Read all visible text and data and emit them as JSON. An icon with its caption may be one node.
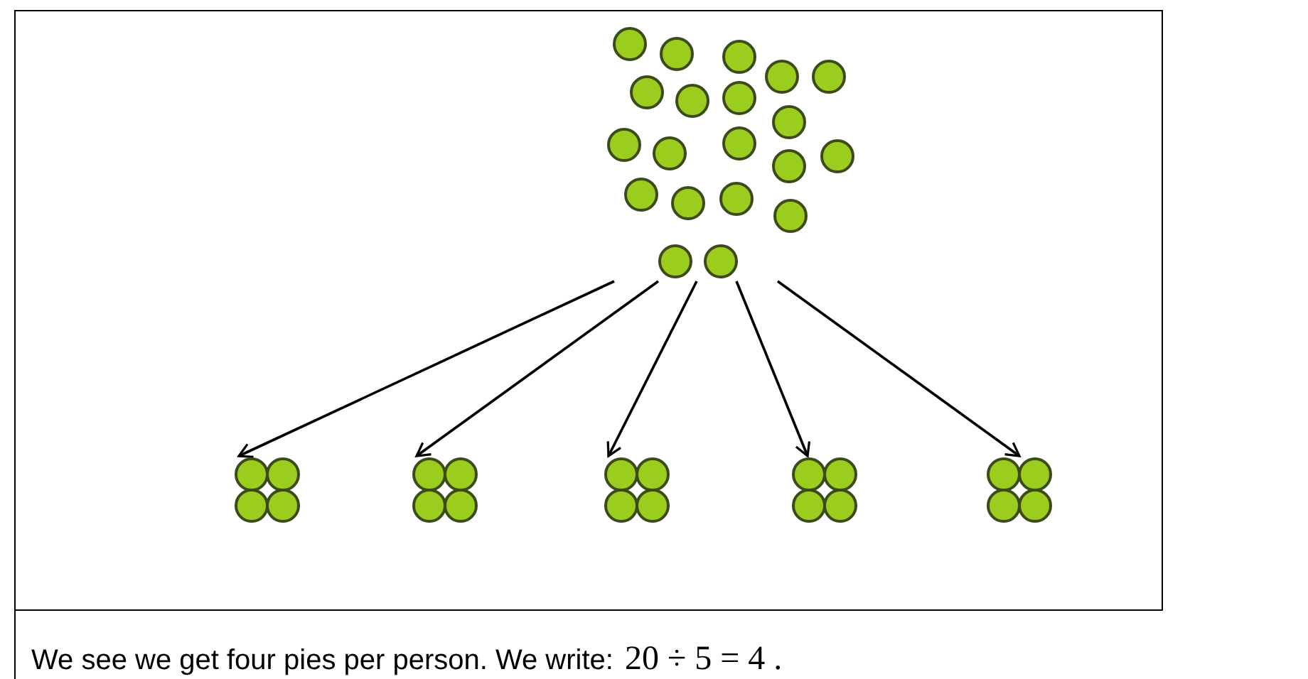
{
  "diagram": {
    "caption": "We see we get four pies per person. We write:",
    "nodes": [
      {
        "text": [],
        "shape": "circle"
      },
      {
        "text": [],
        "shape": "circle"
      },
      {
        "text": [],
        "shape": "circle"
      },
      {
        "text": [],
        "shape": "circle"
      },
      {
        "text": [],
        "shape": "circle"
      },
      {
        "text": [],
        "shape": "circle"
      }
    ],
    "edges": [
      {
        "from": 0,
        "to": 1,
        "arrow": "to"
      },
      {
        "from": 0,
        "to": 2,
        "arrow": "to"
      },
      {
        "from": 0,
        "to": 3,
        "arrow": "to"
      },
      {
        "from": 0,
        "to": 4,
        "arrow": "to"
      },
      {
        "from": 0,
        "to": 5,
        "arrow": "to"
      }
    ],
    "labels": [
      "20 ÷ 5 = 4 ."
    ]
  }
}
